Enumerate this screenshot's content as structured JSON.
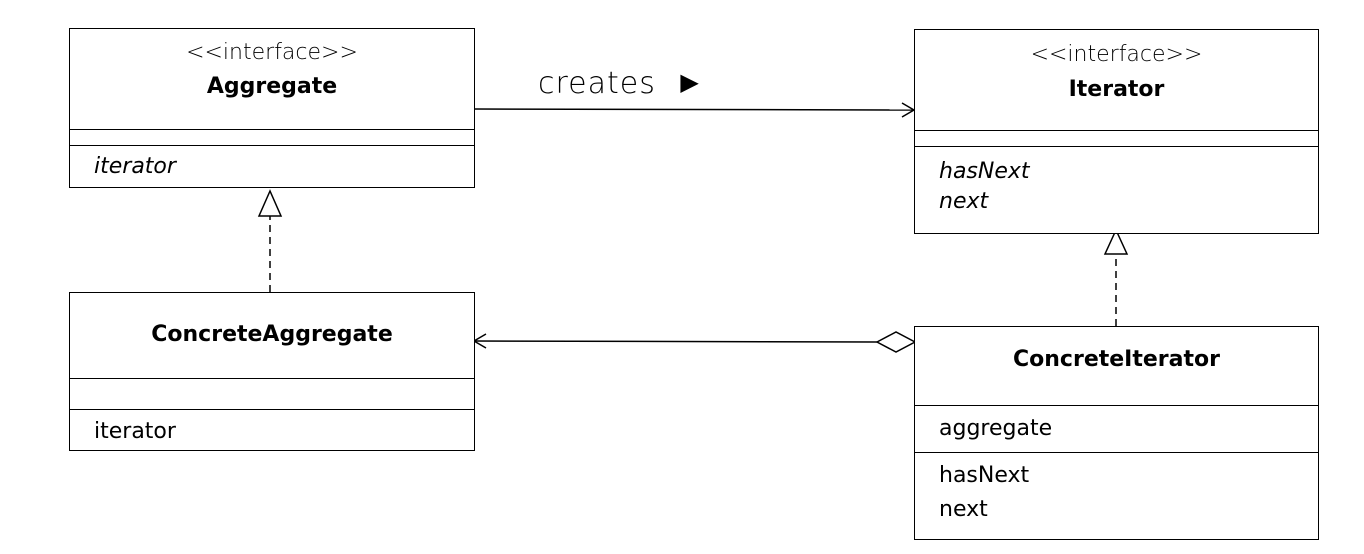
{
  "classes": {
    "aggregate": {
      "stereotype": "<<interface>>",
      "name": "Aggregate",
      "methods": [
        "iterator"
      ]
    },
    "iterator": {
      "stereotype": "<<interface>>",
      "name": "Iterator",
      "methods": [
        "hasNext",
        "next"
      ]
    },
    "concrete_aggregate": {
      "name": "ConcreteAggregate",
      "methods": [
        "iterator"
      ]
    },
    "concrete_iterator": {
      "name": "ConcreteIterator",
      "fields": [
        "aggregate"
      ],
      "methods": [
        "hasNext",
        "next"
      ]
    }
  },
  "relations": {
    "creates": {
      "label": "creates",
      "direction_glyph": "▶"
    }
  }
}
